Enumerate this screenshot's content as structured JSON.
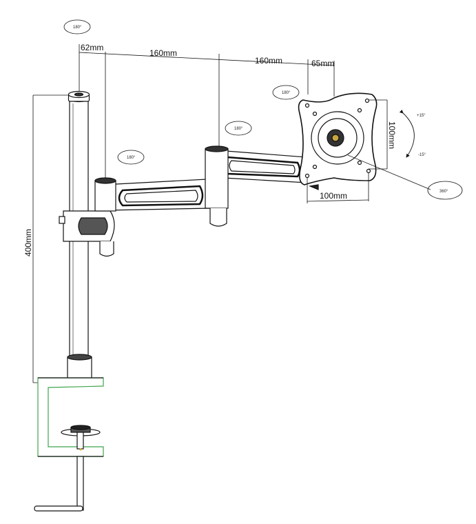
{
  "dimensions": {
    "pole_offset": "62mm",
    "arm1_length": "160mm",
    "arm2_length": "160mm",
    "tilt_offset": "65mm",
    "pole_height": "400mm",
    "vesa_height": "100mm",
    "vesa_width": "100mm"
  },
  "rotations": {
    "pole_top": "180°",
    "arm1_joint": "180°",
    "arm2_joint": "180°",
    "tilt_head": "180°",
    "plate_rotation": "360°",
    "tilt_up": "+15°",
    "tilt_down": "-15°"
  },
  "colors": {
    "line": "#111111",
    "clamp_highlight": "#3fa34d"
  }
}
